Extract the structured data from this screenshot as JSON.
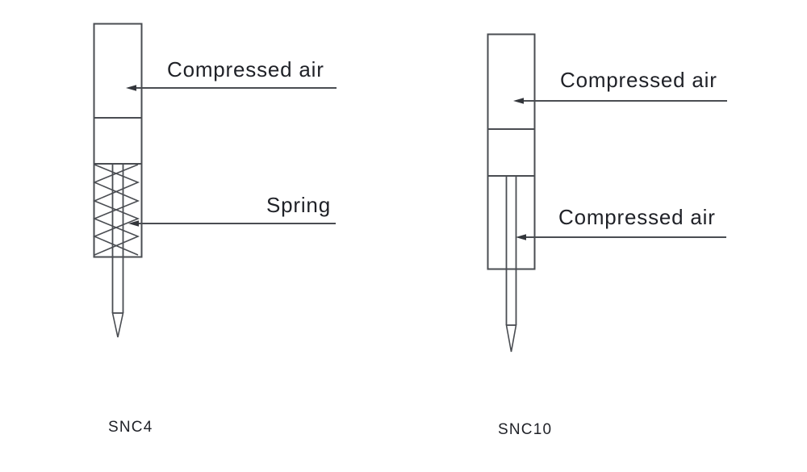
{
  "colors": {
    "line": "#4a4d52",
    "text": "#1f2127",
    "background": "#ffffff"
  },
  "diagrams": [
    {
      "caption": "SNC4",
      "labels": [
        {
          "text": "Compressed air"
        },
        {
          "text": "Spring"
        }
      ]
    },
    {
      "caption": "SNC10",
      "labels": [
        {
          "text": "Compressed air"
        },
        {
          "text": "Compressed air"
        }
      ]
    }
  ]
}
